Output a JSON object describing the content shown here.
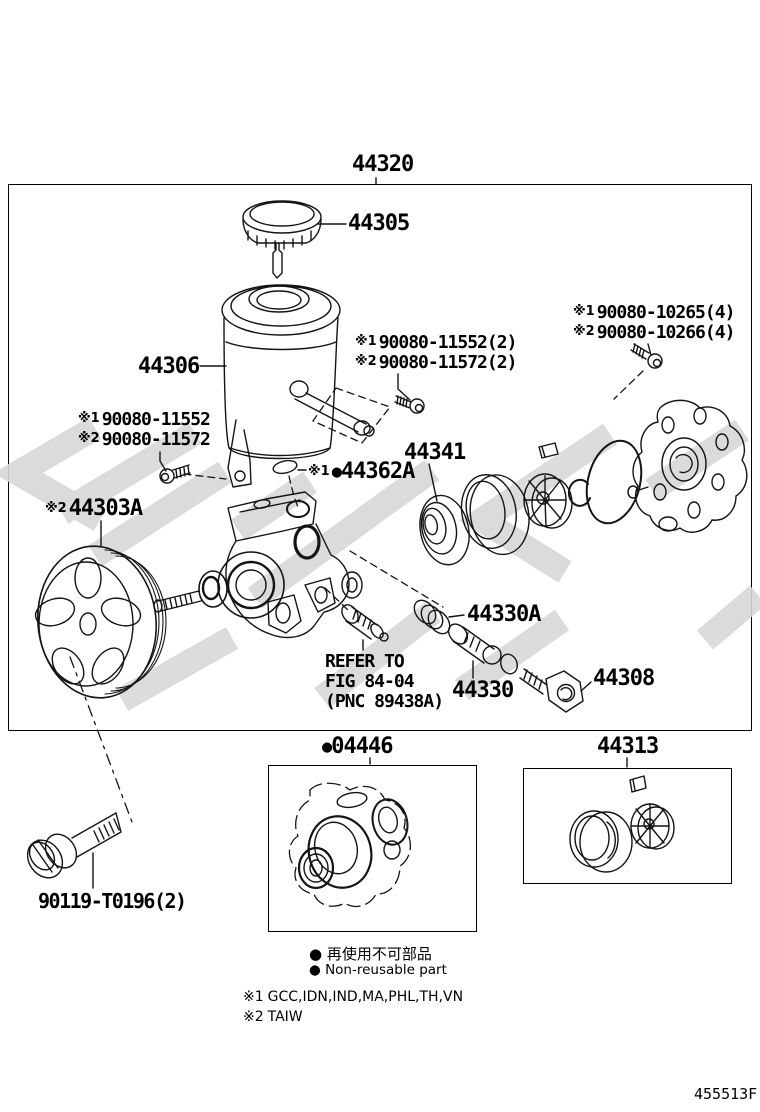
{
  "figure_code": "455513F",
  "parts": {
    "assembly": {
      "number": "44320"
    },
    "cap": {
      "number": "44305"
    },
    "reservoir": {
      "number": "44306"
    },
    "reservoir_bolt_a": {
      "ref": "※1",
      "number": "90080-11552(2)"
    },
    "reservoir_bolt_b": {
      "ref": "※2",
      "number": "90080-11572(2)"
    },
    "housing_bolt_a": {
      "ref": "※1",
      "number": "90080-10265(4)"
    },
    "housing_bolt_b": {
      "ref": "※2",
      "number": "90080-10266(4)"
    },
    "bracket_bolt_a": {
      "ref": "※1",
      "number": "90080-11552"
    },
    "bracket_bolt_b": {
      "ref": "※2",
      "number": "90080-11572"
    },
    "pulley": {
      "ref": "※2",
      "number": "44303A"
    },
    "side_plate": {
      "number": "44341"
    },
    "o_ring": {
      "ref": "※1",
      "bullet": "●",
      "number": "44362A"
    },
    "spring": {
      "number": "44330A"
    },
    "flow_control_valve": {
      "number": "44330"
    },
    "union": {
      "number": "44308"
    },
    "gasket_kit": {
      "bullet": "●",
      "number": "04446"
    },
    "cam_ring_kit": {
      "number": "44313"
    },
    "mount_bolt": {
      "number": "90119-T0196(2)"
    },
    "refer_note": {
      "line1": "REFER TO",
      "line2": "FIG 84-04",
      "line3": "(PNC 89438A)"
    }
  },
  "legend": {
    "bullet": "●",
    "jp": "再使用不可部品",
    "en": "Non-reusable part"
  },
  "footnotes": {
    "note1": {
      "ref": "※1",
      "text": "GCC,IDN,IND,MA,PHL,TH,VN"
    },
    "note2": {
      "ref": "※2",
      "text": "TAIW"
    }
  }
}
